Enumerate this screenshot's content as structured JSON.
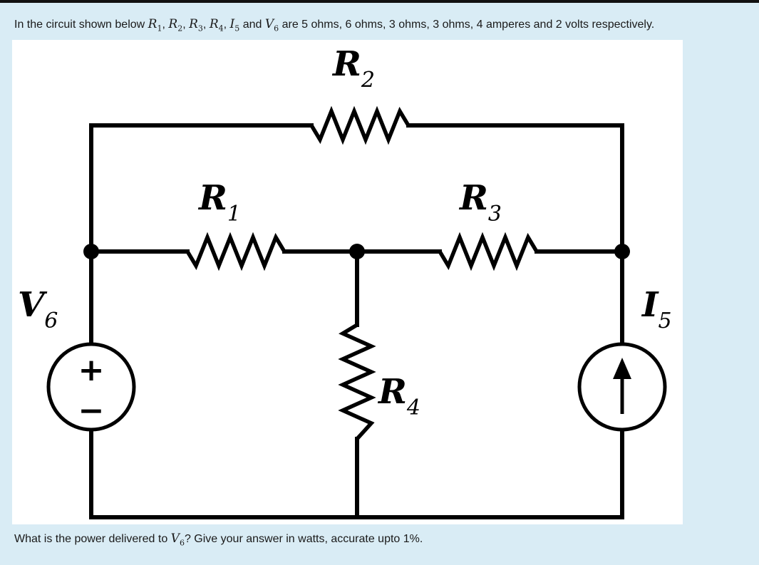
{
  "question": {
    "intro": "In the circuit shown below",
    "variables": [
      {
        "sym": "R",
        "sub": "1"
      },
      {
        "sym": "R",
        "sub": "2"
      },
      {
        "sym": "R",
        "sub": "3"
      },
      {
        "sym": "R",
        "sub": "4"
      },
      {
        "sym": "I",
        "sub": "5"
      },
      {
        "sym": "V",
        "sub": "6"
      }
    ],
    "separator": ",",
    "and_word": "and",
    "values_text": "are 5 ohms, 6 ohms, 3 ohms, 3 ohms, 4 amperes and 2 volts respectively.",
    "prompt_pre": "What is the power delivered to",
    "prompt_var": {
      "sym": "V",
      "sub": "6"
    },
    "prompt_post": "? Give your answer in watts, accurate upto 1%."
  },
  "circuit": {
    "labels": {
      "r1": {
        "main": "R",
        "sub": "1"
      },
      "r2": {
        "main": "R",
        "sub": "2"
      },
      "r3": {
        "main": "R",
        "sub": "3"
      },
      "r4": {
        "main": "R",
        "sub": "4"
      },
      "v6": {
        "main": "V",
        "sub": "6"
      },
      "i5": {
        "main": "I",
        "sub": "5"
      }
    },
    "voltage_source_signs": {
      "plus": "+",
      "minus": "−"
    }
  },
  "colors": {
    "page_background": "#d9ecf5",
    "panel_background": "#ffffff",
    "ink": "#000000"
  }
}
